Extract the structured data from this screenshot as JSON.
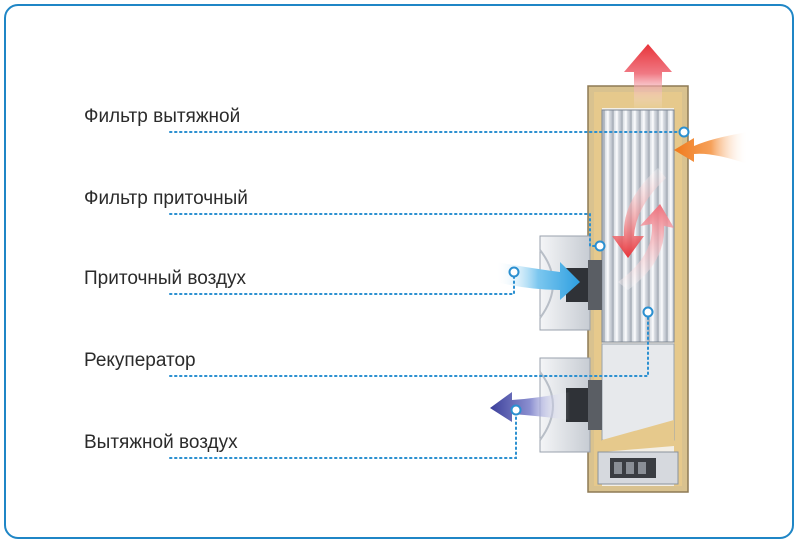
{
  "labels": {
    "exhaust_filter": "Фильтр вытяжной",
    "supply_filter": "Фильтр приточный",
    "supply_air": "Приточный воздух",
    "recuperator": "Рекуператор",
    "exhaust_air": "Вытяжной воздух"
  },
  "colors": {
    "frame": "#1f86c6",
    "leader": "#2a8fd0",
    "warm_air": "#e8343a",
    "hot_inflow": "#f07a1c",
    "fresh_air": "#2e9fe0",
    "exhaust_air": "#3b3f9a",
    "insulation": "#e6c98c"
  }
}
